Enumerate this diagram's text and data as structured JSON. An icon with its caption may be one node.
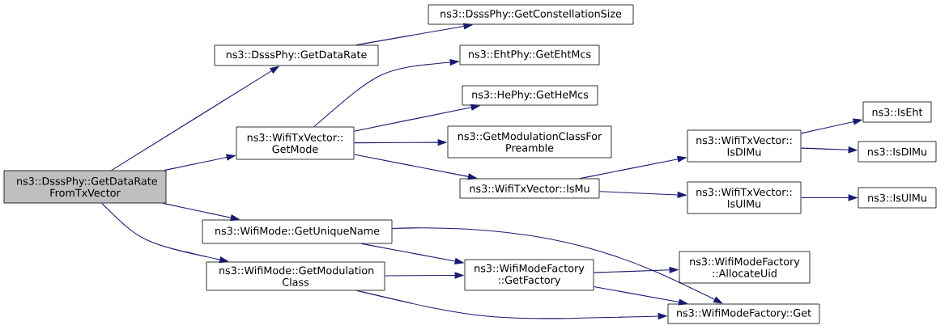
{
  "diagram": {
    "nodes": [
      {
        "text": [
          "ns3::DsssPhy::GetDataRate FromTxVector"
        ]
      },
      {
        "text": [
          "ns3::DsssPhy::GetDataRate"
        ]
      },
      {
        "text": [
          "ns3::WifiTxVector:: GetMode"
        ]
      },
      {
        "text": [
          "ns3::WifiMode::GetUniqueName"
        ]
      },
      {
        "text": [
          "ns3::WifiMode::GetModulation Class"
        ]
      },
      {
        "text": [
          "ns3::DsssPhy::GetConstellationSize"
        ]
      },
      {
        "text": [
          "ns3::EhtPhy::GetEhtMcs"
        ]
      },
      {
        "text": [
          "ns3::HePhy::GetHeMcs"
        ]
      },
      {
        "text": [
          "ns3::GetModulationClassFor Preamble"
        ]
      },
      {
        "text": [
          "ns3::WifiTxVector::IsMu"
        ]
      },
      {
        "text": [
          "ns3::WifiTxVector:: IsDlMu"
        ]
      },
      {
        "text": [
          "ns3::WifiTxVector:: IsUlMu"
        ]
      },
      {
        "text": [
          "ns3::WifiModeFactory ::GetFactory"
        ]
      },
      {
        "text": [
          "ns3::WifiModeFactory ::AllocateUid"
        ]
      },
      {
        "text": [
          "ns3::WifiModeFactory::Get"
        ]
      },
      {
        "text": [
          "ns3::IsEht"
        ]
      },
      {
        "text": [
          "ns3::IsDlMu"
        ]
      },
      {
        "text": [
          "ns3::IsUlMu"
        ]
      }
    ],
    "edges": [
      {
        "from": 0,
        "to": 1,
        "arrow": "to"
      },
      {
        "from": 0,
        "to": 2,
        "arrow": "to"
      },
      {
        "from": 0,
        "to": 3,
        "arrow": "to"
      },
      {
        "from": 0,
        "to": 4,
        "arrow": "to"
      },
      {
        "from": 1,
        "to": 5,
        "arrow": "to"
      },
      {
        "from": 2,
        "to": 6,
        "arrow": "to"
      },
      {
        "from": 2,
        "to": 7,
        "arrow": "to"
      },
      {
        "from": 2,
        "to": 8,
        "arrow": "to"
      },
      {
        "from": 2,
        "to": 9,
        "arrow": "to"
      },
      {
        "from": 9,
        "to": 10,
        "arrow": "to"
      },
      {
        "from": 9,
        "to": 11,
        "arrow": "to"
      },
      {
        "from": 10,
        "to": 15,
        "arrow": "to"
      },
      {
        "from": 10,
        "to": 16,
        "arrow": "to"
      },
      {
        "from": 11,
        "to": 17,
        "arrow": "to"
      },
      {
        "from": 3,
        "to": 14,
        "arrow": "to"
      },
      {
        "from": 3,
        "to": 12,
        "arrow": "to"
      },
      {
        "from": 4,
        "to": 12,
        "arrow": "to"
      },
      {
        "from": 4,
        "to": 14,
        "arrow": "to"
      },
      {
        "from": 12,
        "to": 13,
        "arrow": "to"
      },
      {
        "from": 12,
        "to": 14,
        "arrow": "to"
      }
    ]
  }
}
